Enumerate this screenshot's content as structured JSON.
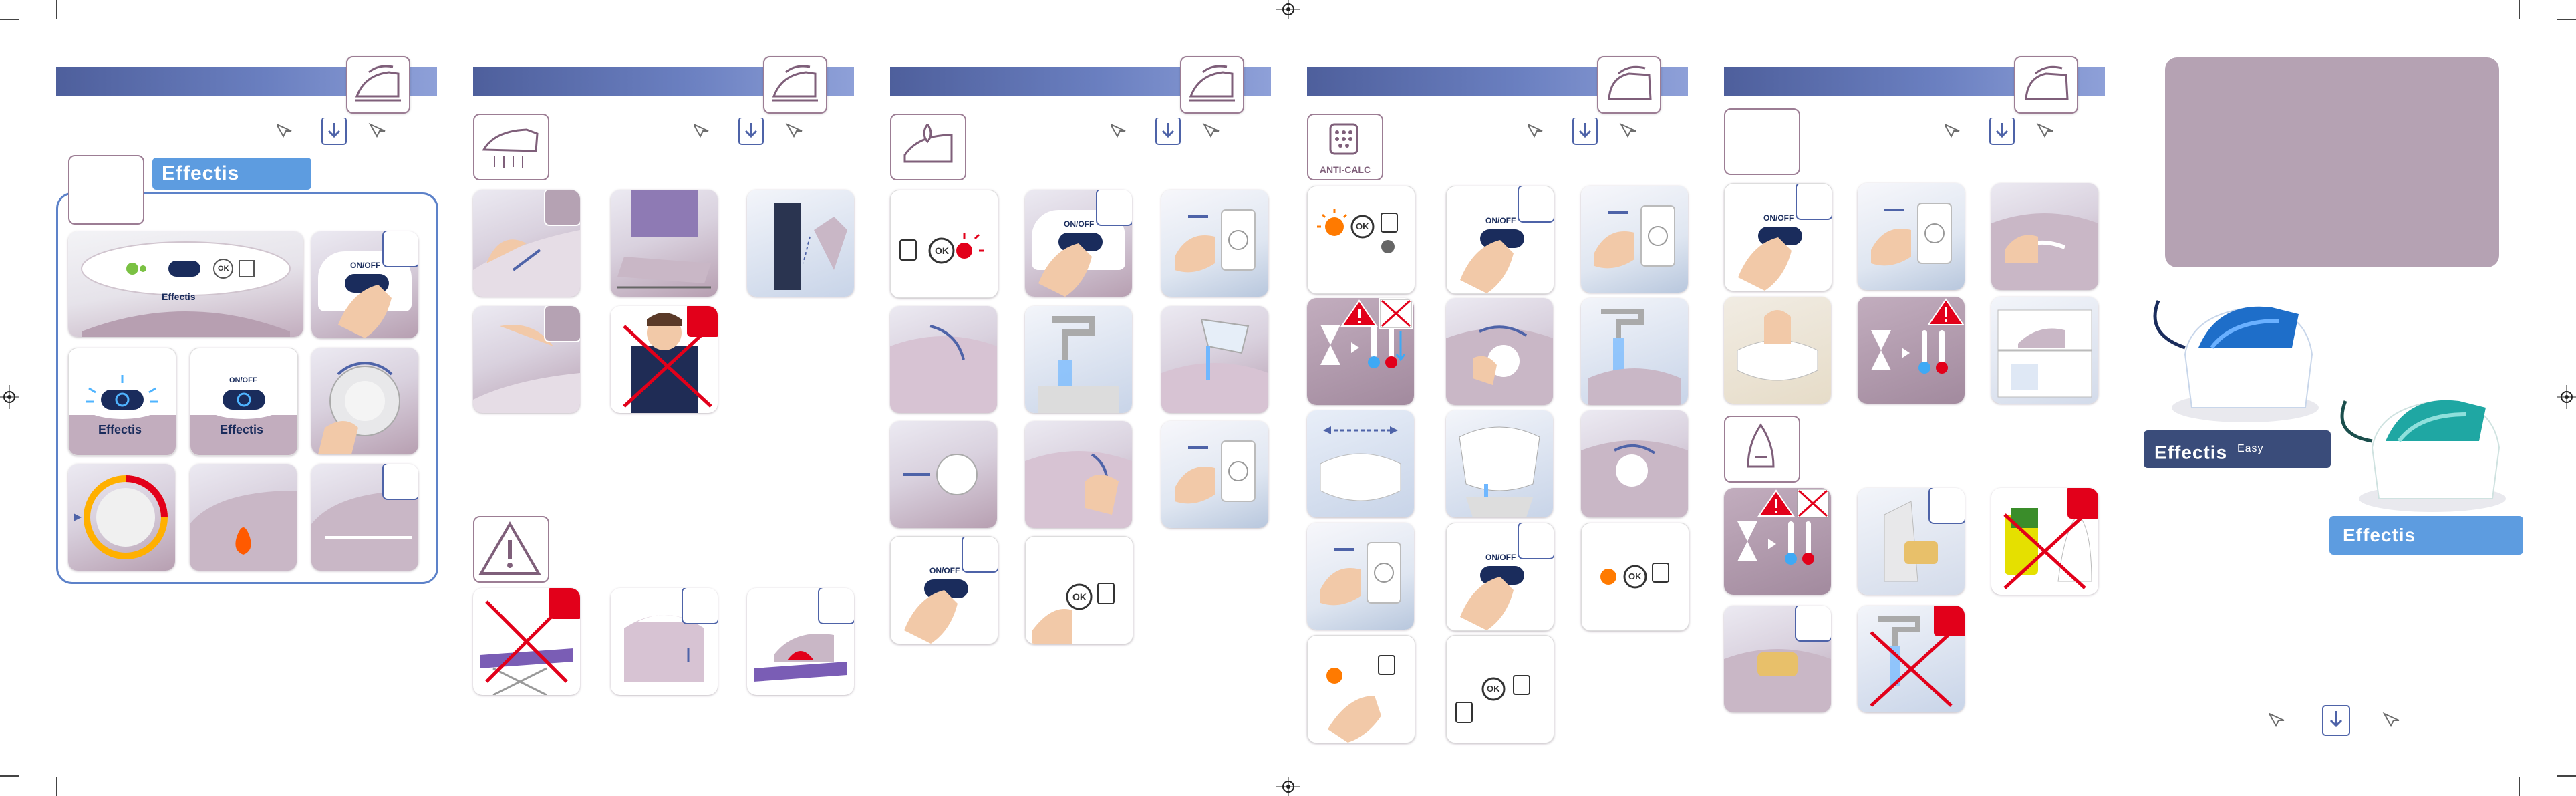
{
  "brand": {
    "name_main": "Effectis",
    "name_easy": "Effectis",
    "suffix_easy": "Easy",
    "name_second": "Effectis"
  },
  "labels": {
    "on_off": "ON/OFF",
    "ok": "OK",
    "anti_calc": "ANTI-CALC",
    "effectis_small": "Effectis"
  },
  "icons": {
    "warning": "warning-triangle-icon",
    "nav_download": "download-arrow-icon"
  },
  "colors": {
    "header_bar": "#4e5f9c",
    "frame_blue": "#5d82c9",
    "tag_blue": "#5d9ce0",
    "tag_dark": "#3a4c7a",
    "mauve": "#b5a2b3",
    "warning_red": "#e2001a"
  }
}
